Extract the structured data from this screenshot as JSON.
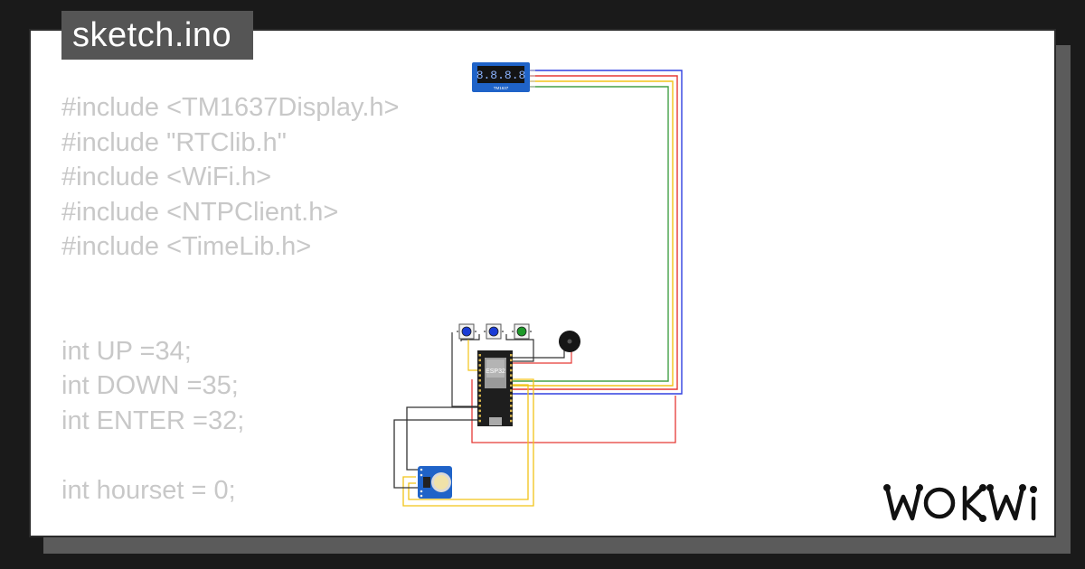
{
  "header": {
    "filename": "sketch.ino"
  },
  "code": {
    "lines": [
      "#include <TM1637Display.h>",
      "#include \"RTClib.h\"",
      "#include <WiFi.h>",
      "#include <NTPClient.h>",
      "#include <TimeLib.h>",
      "",
      "",
      "int UP =34;",
      "int DOWN =35;",
      "int ENTER =32;",
      "",
      "int hourset = 0;"
    ]
  },
  "diagram": {
    "display": {
      "digits": "8.8.8.8",
      "label": "TM1637"
    },
    "mcu": {
      "label": "ESP32"
    },
    "buttons": [
      {
        "name": "up-button",
        "color": "#1a3cd6"
      },
      {
        "name": "down-button",
        "color": "#1a3cd6"
      },
      {
        "name": "enter-button",
        "color": "#1e9a2a"
      }
    ],
    "wire_colors": {
      "red": "#e53935",
      "yellow": "#f2c418",
      "green": "#43a047",
      "blue": "#3040e0",
      "black": "#333333"
    },
    "module_color": "#1f63c8"
  },
  "brand": {
    "logo_text": "WOKWI"
  }
}
